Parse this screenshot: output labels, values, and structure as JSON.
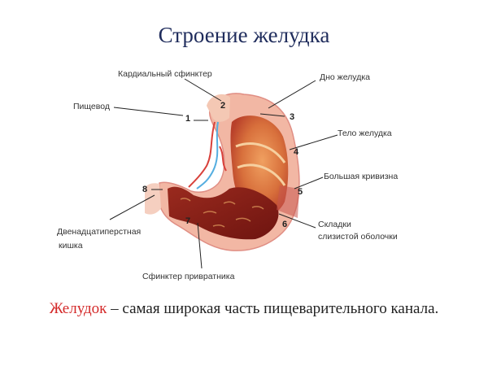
{
  "title": "Строение желудка",
  "labels": {
    "cardia": "Кардиальный сфинктер",
    "esophagus": "Пищевод",
    "fundus": "Дно желудка",
    "body": "Тело желудка",
    "greater_curvature": "Большая кривизна",
    "folds_line1": "Складки",
    "folds_line2": "слизистой оболочки",
    "duodenum_line1": "Двенадцатиперстная",
    "duodenum_line2": "кишка",
    "pylorus": "Сфинктер привратника"
  },
  "numbers": [
    "1",
    "2",
    "3",
    "4",
    "5",
    "6",
    "7",
    "8"
  ],
  "caption": {
    "highlight": "Желудок",
    "rest": " – самая широкая часть пищеварительного канала."
  },
  "colors": {
    "title": "#1f2c5c",
    "highlight": "#d42a2a"
  }
}
